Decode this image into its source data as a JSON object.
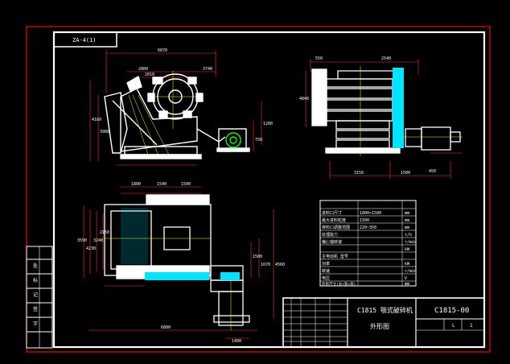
{
  "drawing": {
    "corner_tag": "ZA-4(1)",
    "title_line1": "C1815 颚式破碎机",
    "title_line2": "外形图",
    "drawing_number": "C1815-00",
    "small_label_a": "L",
    "small_label_b": "1"
  },
  "left_block_labels": [
    "处",
    "标",
    "记",
    "签",
    "字"
  ],
  "tech_table": {
    "rows": [
      {
        "name": "进料口尺寸",
        "value": "1800×1500",
        "unit": "mm"
      },
      {
        "name": "最大进料粒度",
        "value": "1500",
        "unit": "mm"
      },
      {
        "name": "排料口调整范围",
        "value": "220~350",
        "unit": "mm"
      },
      {
        "name": "处理能力",
        "value": "",
        "unit": "t/h"
      },
      {
        "name": "偏心轴转速",
        "value": "",
        "unit": "r/min"
      },
      {
        "name": "",
        "value": "",
        "unit": "kW"
      },
      {
        "name": "主电动机 型号",
        "value": "",
        "unit": ""
      },
      {
        "name": "功率",
        "value": "",
        "unit": "kW"
      },
      {
        "name": "转速",
        "value": "",
        "unit": "r/min"
      },
      {
        "name": "电压",
        "value": "",
        "unit": "V"
      },
      {
        "name": "外形尺寸(长×宽×高)",
        "value": "",
        "unit": "mm"
      }
    ]
  },
  "dims": {
    "front": [
      "6870",
      "2800",
      "3740",
      "2010",
      "4160",
      "3980",
      "1200",
      "750"
    ],
    "side": [
      "550",
      "2540",
      "4840",
      "3150",
      "1500",
      "450"
    ],
    "plan": [
      "1800",
      "1540",
      "1500",
      "3590",
      "4230",
      "3240",
      "2150",
      "6880",
      "1400",
      "1500",
      "1670",
      "4560"
    ]
  },
  "colors": {
    "background": "#000000",
    "border": "#ff0000",
    "line": "#ffffff",
    "accent": "#00e5ff",
    "yellow": "#ffff00",
    "dim": "#ff3030",
    "green": "#00ff00"
  }
}
